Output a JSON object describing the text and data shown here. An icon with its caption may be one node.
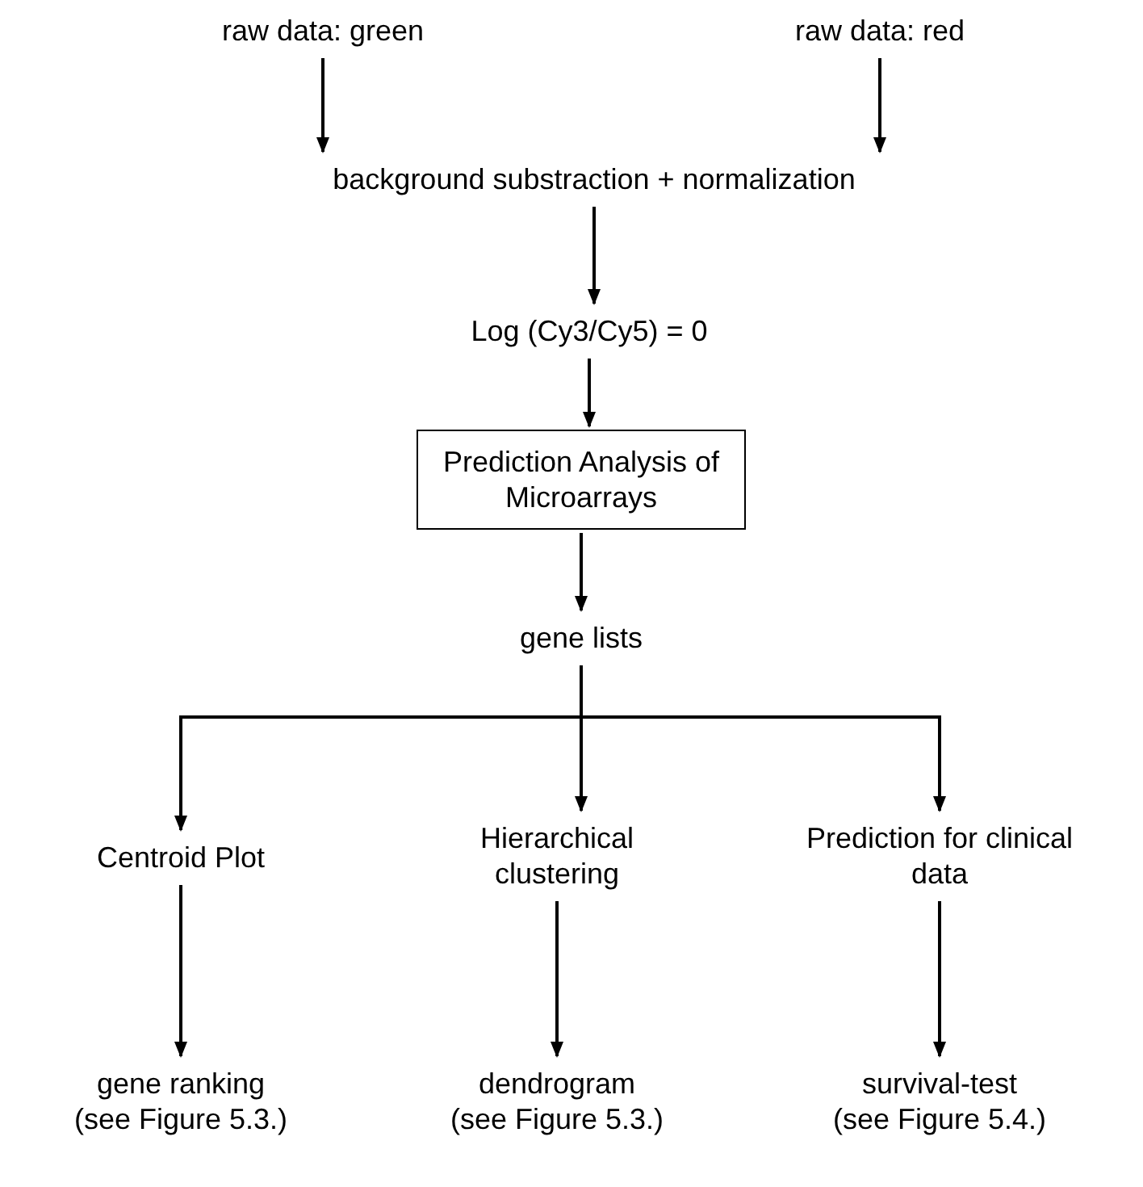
{
  "diagram": {
    "nodes": [
      {
        "text": [
          "raw data: green"
        ]
      },
      {
        "text": [
          "raw data: red"
        ]
      },
      {
        "text": [
          "background substraction + normalization"
        ]
      },
      {
        "text": [
          "Log (Cy3/Cy5) = 0"
        ]
      },
      {
        "text": [
          "Prediction Analysis of Microarrays"
        ]
      },
      {
        "text": [
          "gene lists"
        ]
      },
      {
        "text": [
          "Centroid Plot"
        ]
      },
      {
        "text": [
          "Hierarchical clustering"
        ]
      },
      {
        "text": [
          "Prediction for clinical data"
        ]
      },
      {
        "text": [
          "gene ranking",
          "(see Figure 5.3.)"
        ]
      },
      {
        "text": [
          "dendrogram",
          "(see Figure 5.3.)"
        ]
      },
      {
        "text": [
          "survival-test",
          "(see Figure 5.4.)"
        ]
      }
    ],
    "edges": [
      {
        "from": 0,
        "to": 2,
        "arrow": "to"
      },
      {
        "from": 1,
        "to": 2,
        "arrow": "to"
      },
      {
        "from": 2,
        "to": 3,
        "arrow": "to"
      },
      {
        "from": 3,
        "to": 4,
        "arrow": "to"
      },
      {
        "from": 4,
        "to": 5,
        "arrow": "to"
      },
      {
        "from": 5,
        "to": 6,
        "arrow": "to"
      },
      {
        "from": 5,
        "to": 7,
        "arrow": "to"
      },
      {
        "from": 5,
        "to": 8,
        "arrow": "to"
      },
      {
        "from": 6,
        "to": 9,
        "arrow": "to"
      },
      {
        "from": 7,
        "to": 10,
        "arrow": "to"
      },
      {
        "from": 8,
        "to": 11,
        "arrow": "to"
      }
    ]
  }
}
